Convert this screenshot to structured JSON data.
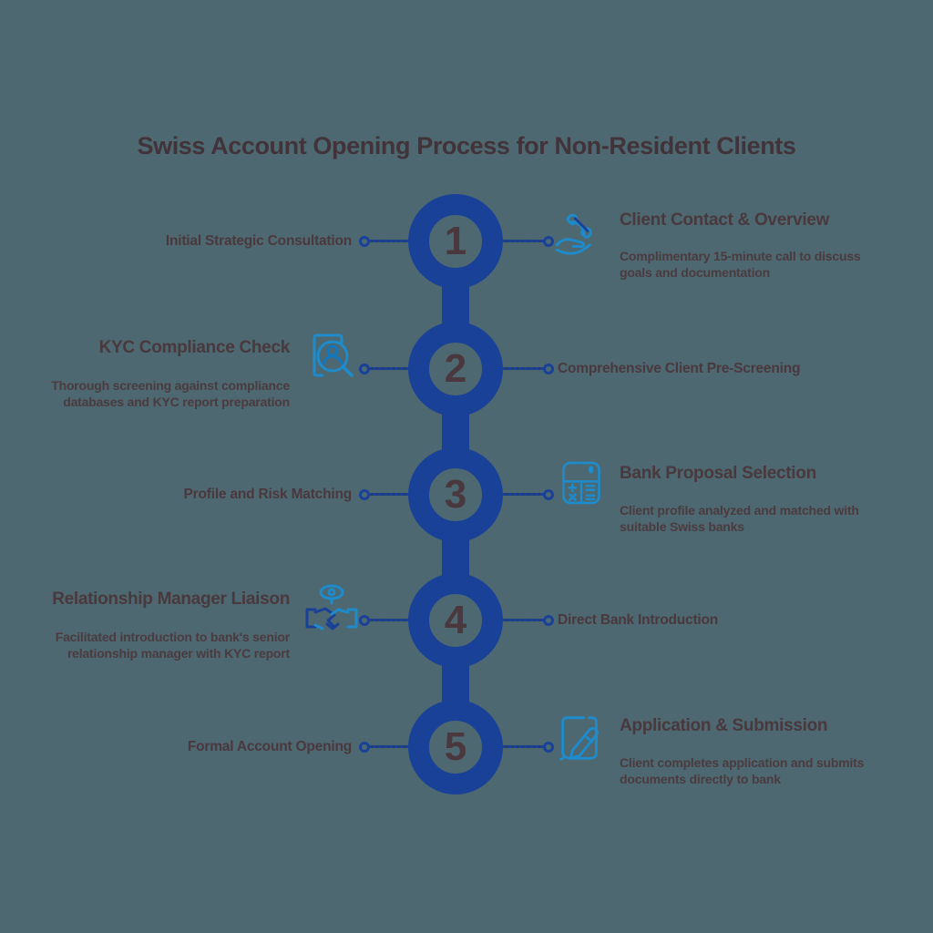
{
  "title": "Swiss Account Opening Process for Non-Resident Clients",
  "colors": {
    "background": "#4d6870",
    "timeline_navy": "#1a4198",
    "icon_blue": "#1e8bcc",
    "text_brown": "#4a383e"
  },
  "steps": [
    {
      "number": "1",
      "left_label": "Initial Strategic Consultation",
      "icon": "phone-hand-icon",
      "heading": "Client Contact & Overview",
      "description": "Complimentary 15-minute call to discuss goals and documentation"
    },
    {
      "number": "2",
      "heading": "KYC Compliance Check",
      "description": "Thorough screening against compliance databases and KYC report preparation",
      "icon": "kyc-screening-icon",
      "right_label": "Comprehensive Client Pre-Screening"
    },
    {
      "number": "3",
      "left_label": "Profile and Risk Matching",
      "icon": "calculator-icon",
      "heading": "Bank Proposal Selection",
      "description": "Client profile analyzed and matched with suitable Swiss banks"
    },
    {
      "number": "4",
      "heading": "Relationship Manager Liaison",
      "description": "Facilitated introduction to bank's senior relationship manager with KYC report",
      "icon": "handshake-eye-icon",
      "right_label": "Direct Bank Introduction"
    },
    {
      "number": "5",
      "left_label": "Formal Account Opening",
      "icon": "application-pen-icon",
      "heading": "Application & Submission",
      "description": "Client completes application and submits documents directly to bank"
    }
  ]
}
